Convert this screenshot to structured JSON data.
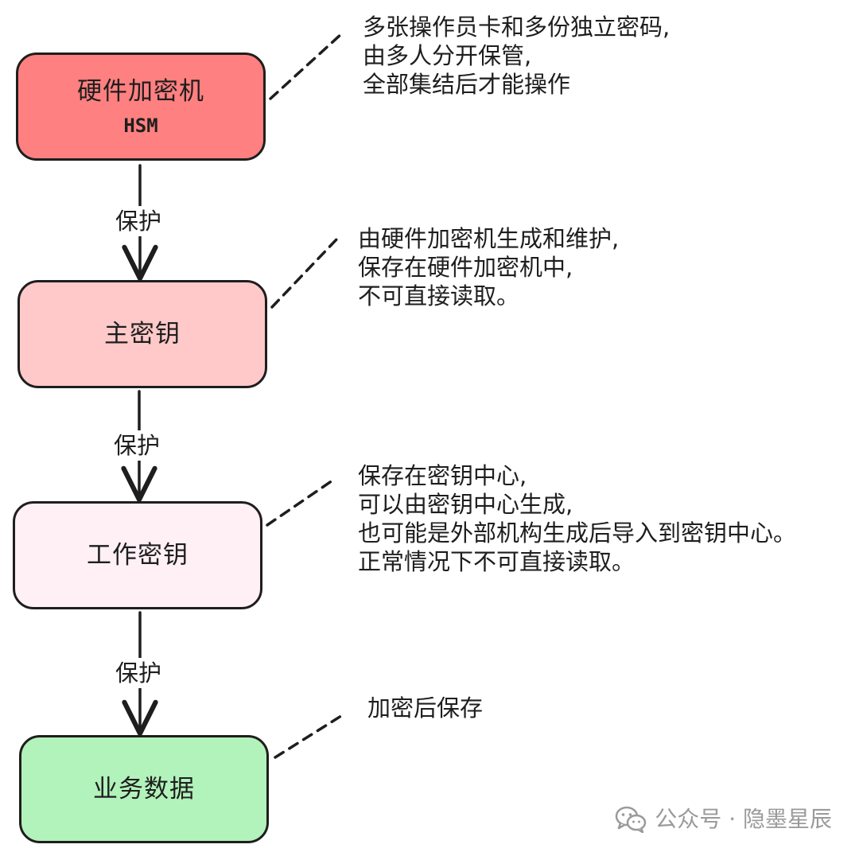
{
  "colors": {
    "hsm": "#ff8080",
    "master_key": "#ffc9c9",
    "work_key": "#fff0f6",
    "business_data": "#b2f2bb",
    "stroke": "#1e1e1e",
    "watermark": "#9a9a9a"
  },
  "nodes": {
    "hsm": {
      "label": "硬件加密机",
      "sublabel": "HSM"
    },
    "master_key": {
      "label": "主密钥"
    },
    "work_key": {
      "label": "工作密钥"
    },
    "business_data": {
      "label": "业务数据"
    }
  },
  "edges": {
    "hsm_to_master": "保护",
    "master_to_work": "保护",
    "work_to_data": "保护"
  },
  "notes": {
    "hsm": [
      "多张操作员卡和多份独立密码,",
      "由多人分开保管,",
      "全部集结后才能操作"
    ],
    "master_key": [
      "由硬件加密机生成和维护,",
      "保存在硬件加密机中,",
      "不可直接读取。"
    ],
    "work_key": [
      "保存在密钥中心,",
      "可以由密钥中心生成,",
      "也可能是外部机构生成后导入到密钥中心。",
      "正常情况下不可直接读取。"
    ],
    "business_data": [
      "加密后保存"
    ]
  },
  "watermark": {
    "text": "公众号 · 隐墨星辰",
    "icon": "wechat-icon"
  }
}
